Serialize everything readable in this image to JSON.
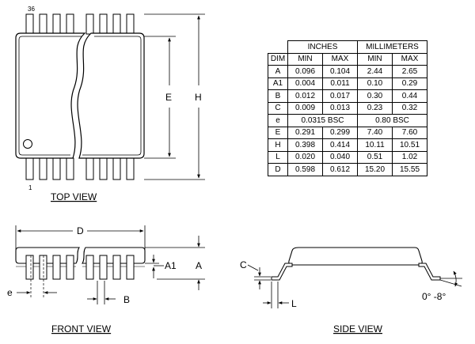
{
  "views": {
    "top": "TOP VIEW",
    "front": "FRONT VIEW",
    "side": "SIDE VIEW"
  },
  "pins": {
    "first": "36",
    "last": "1"
  },
  "labels": {
    "E": "E",
    "H": "H",
    "D": "D",
    "A1": "A1",
    "A": "A",
    "e": "e",
    "B": "B",
    "C": "C",
    "L": "L",
    "angle": "0° -8°"
  },
  "table": {
    "group_headers": [
      "INCHES",
      "MILLIMETERS"
    ],
    "columns": [
      "DIM",
      "MIN",
      "MAX",
      "MIN",
      "MAX"
    ],
    "rows": [
      {
        "dim": "A",
        "in_min": "0.096",
        "in_max": "0.104",
        "mm_min": "2.44",
        "mm_max": "2.65"
      },
      {
        "dim": "A1",
        "in_min": "0.004",
        "in_max": "0.011",
        "mm_min": "0.10",
        "mm_max": "0.29"
      },
      {
        "dim": "B",
        "in_min": "0.012",
        "in_max": "0.017",
        "mm_min": "0.30",
        "mm_max": "0.44"
      },
      {
        "dim": "C",
        "in_min": "0.009",
        "in_max": "0.013",
        "mm_min": "0.23",
        "mm_max": "0.32"
      },
      {
        "dim": "e",
        "in_bsc": "0.0315 BSC",
        "mm_bsc": "0.80 BSC"
      },
      {
        "dim": "E",
        "in_min": "0.291",
        "in_max": "0.299",
        "mm_min": "7.40",
        "mm_max": "7.60"
      },
      {
        "dim": "H",
        "in_min": "0.398",
        "in_max": "0.414",
        "mm_min": "10.11",
        "mm_max": "10.51"
      },
      {
        "dim": "L",
        "in_min": "0.020",
        "in_max": "0.040",
        "mm_min": "0.51",
        "mm_max": "1.02"
      },
      {
        "dim": "D",
        "in_min": "0.598",
        "in_max": "0.612",
        "mm_min": "15.20",
        "mm_max": "15.55"
      }
    ]
  }
}
